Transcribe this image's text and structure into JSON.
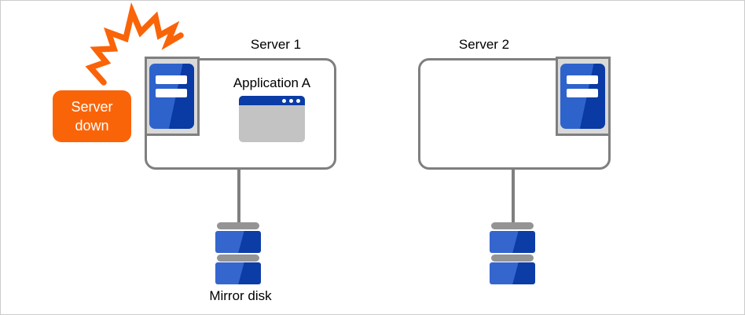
{
  "diagram": {
    "type": "failover-cluster-mirror-disk",
    "callout": {
      "label": "Server\ndown"
    },
    "servers": [
      {
        "label": "Server 1",
        "application_label": "Application A",
        "disk_label": "Mirror disk",
        "tower_icon_position": "top-left",
        "status": "down"
      },
      {
        "label": "Server 2",
        "tower_icon_position": "top-right",
        "status": "up"
      }
    ],
    "icons": [
      "crash-burst-icon",
      "server-tower-icon",
      "application-window-icon",
      "mirror-disk-icon"
    ],
    "colors": {
      "alert_orange": "#fa6408",
      "outline_gray": "#7f7f7f",
      "panel_gray": "#d9d9d9",
      "disk_bar_gray": "#949494",
      "blue_light": "#2f63cc",
      "blue_dark": "#0a3aa3",
      "window_title_blue": "#0b3ca6",
      "window_body_gray": "#c3c3c3",
      "text": "#000000",
      "background": "#ffffff"
    }
  }
}
